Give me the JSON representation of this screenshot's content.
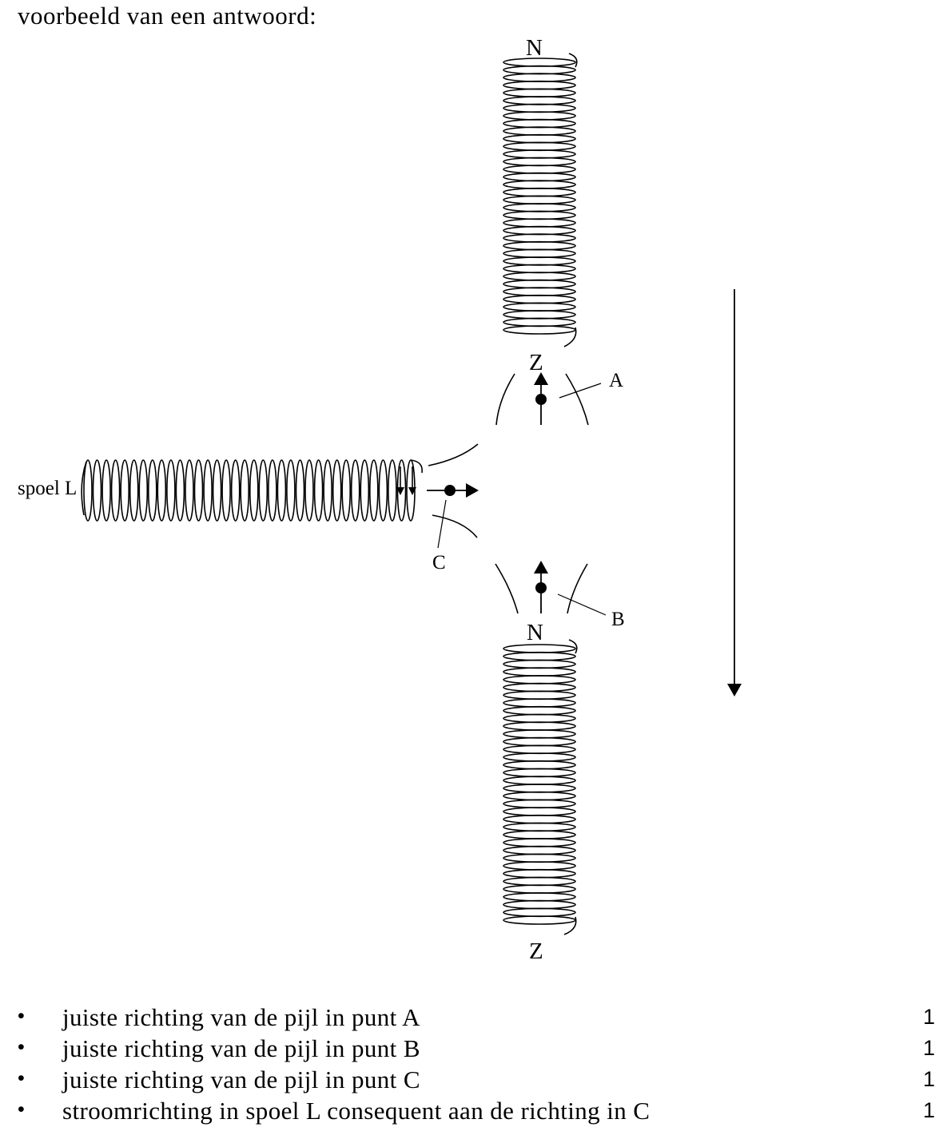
{
  "intro": "voorbeeld van een antwoord:",
  "figure": {
    "top_coil": {
      "label_top": "N",
      "label_bottom": "Z"
    },
    "bottom_coil": {
      "label_top": "N",
      "label_bottom": "Z"
    },
    "side_coil": {
      "label": "spoel L"
    },
    "points": {
      "a": "A",
      "b": "B",
      "c": "C"
    }
  },
  "criteria": [
    {
      "bullet": "•",
      "text": "juiste richting van de pijl in punt A",
      "points": "1"
    },
    {
      "bullet": "•",
      "text": "juiste richting van de pijl in punt B",
      "points": "1"
    },
    {
      "bullet": "•",
      "text": "juiste richting van de pijl in punt C",
      "points": "1"
    },
    {
      "bullet": "•",
      "text": "stroomrichting in spoel L consequent aan de richting in C",
      "points": "1"
    }
  ]
}
